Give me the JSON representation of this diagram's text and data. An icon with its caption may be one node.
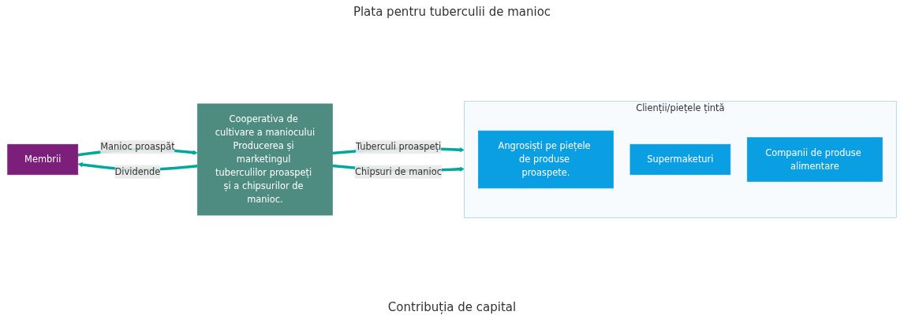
{
  "diagram": {
    "nodes": [
      {
        "text": [
          "Membrii"
        ]
      },
      {
        "text": [
          "Cooperativa de cultivare a maniocului",
          "Producerea și marketingul tuberculilor proaspeți și a chipsurilor de manioc."
        ]
      },
      {
        "text": [
          "Clienții/piețele țintă"
        ]
      },
      {
        "text": [
          "Angrosiști pe piețele de produse proaspete."
        ],
        "in": 2
      },
      {
        "text": [
          "Supermaketuri"
        ],
        "in": 2
      },
      {
        "text": [
          "Companii de produse alimentare"
        ],
        "in": 2
      }
    ],
    "edges": [
      {
        "from": 1,
        "to": 0,
        "arrow": "to",
        "label": "Dividende"
      },
      {
        "from": 0,
        "to": 1,
        "arrow": "to",
        "label": "Manioc proaspăt"
      },
      {
        "from": 1,
        "to": 2,
        "arrow": "to",
        "label": "Tuberculi proaspeți"
      },
      {
        "from": 1,
        "to": 2,
        "arrow": "to",
        "label": "Chipsuri de manioc"
      }
    ],
    "labels": [
      "Plata pentru tuberculii de manioc",
      "Contribuția de capital"
    ]
  }
}
